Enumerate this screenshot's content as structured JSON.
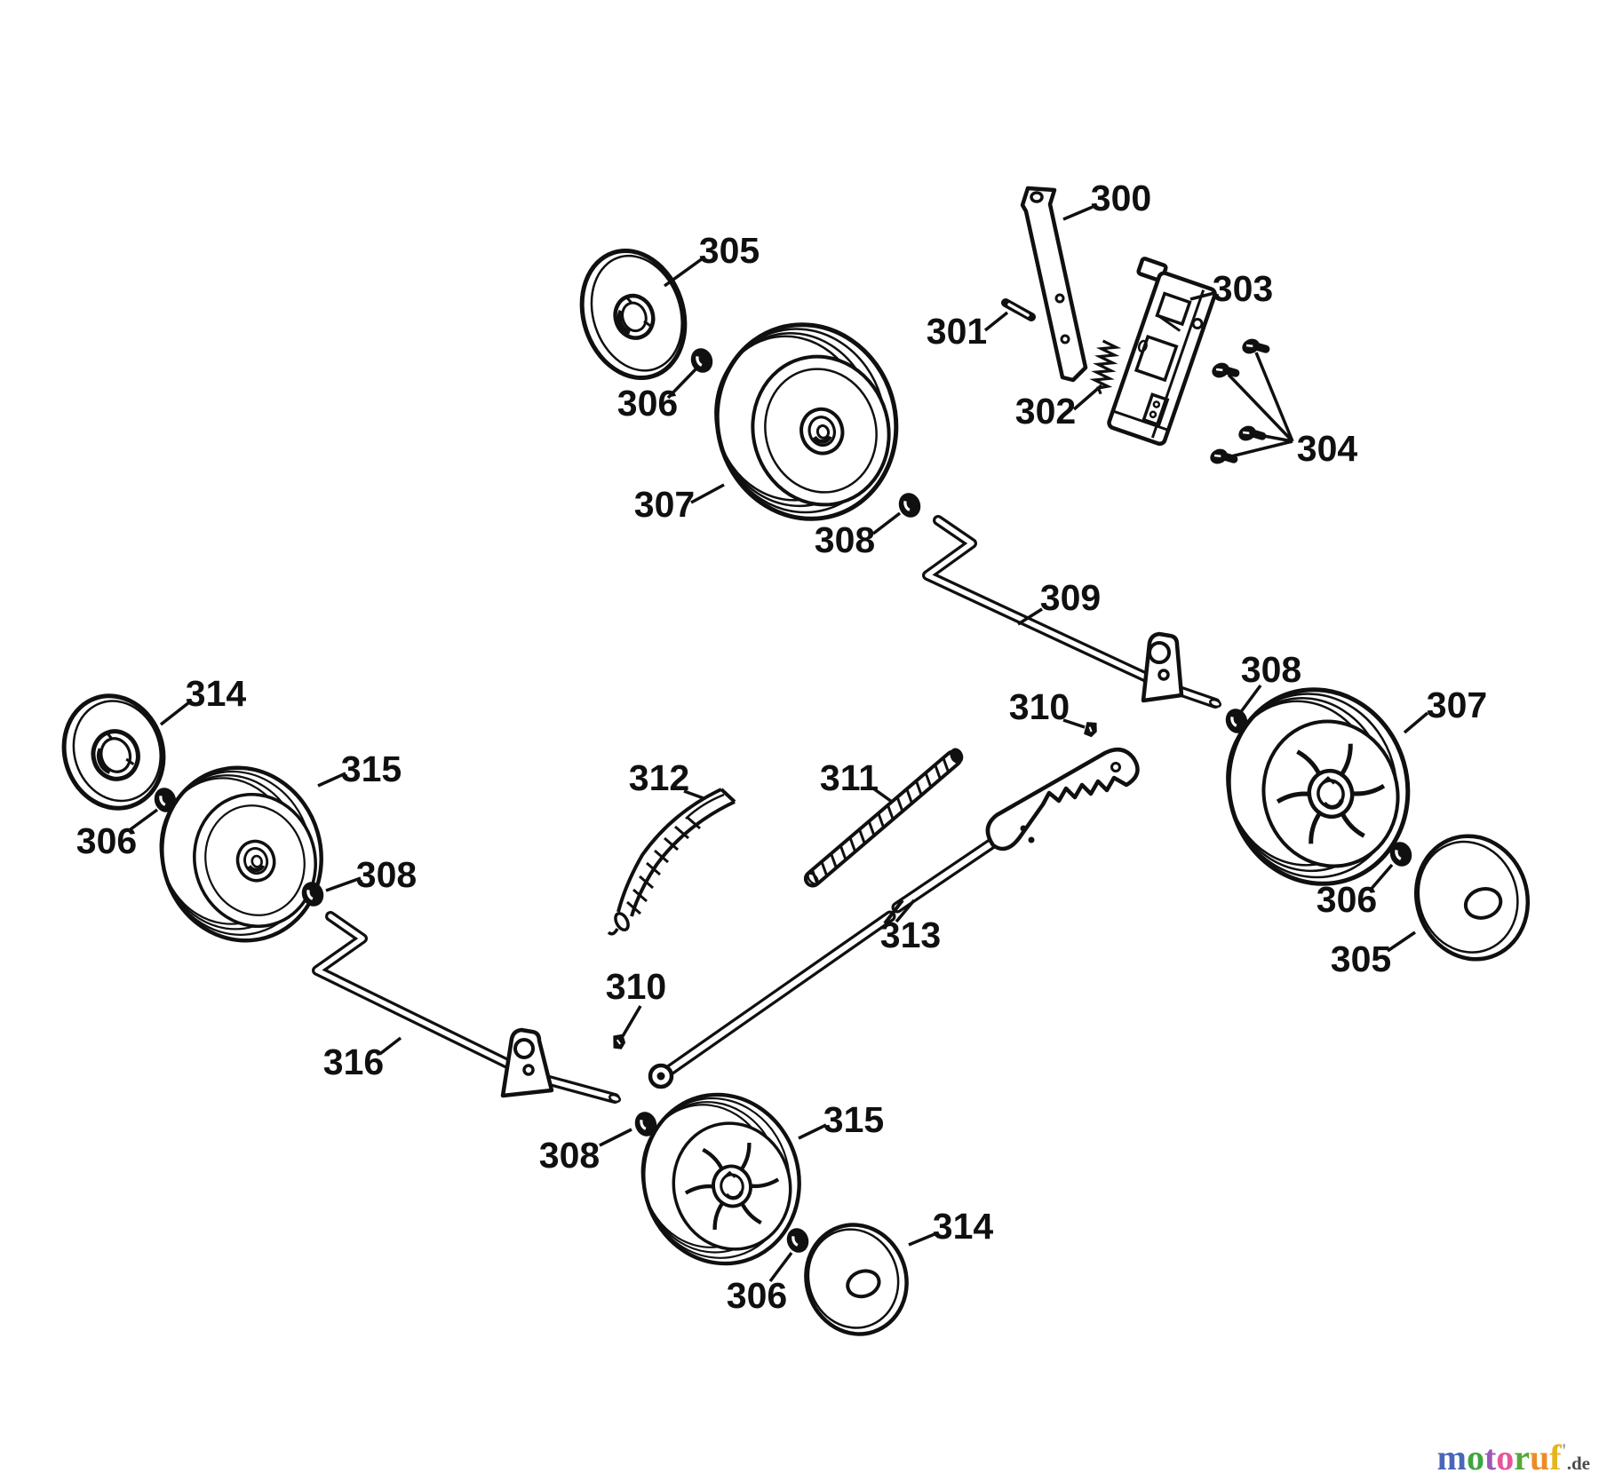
{
  "figure": {
    "type": "exploded-parts-diagram",
    "subject": "lawn mower wheels, axles and height adjuster",
    "background": "#ffffff",
    "line_color": "#101010"
  },
  "callouts": {
    "c300": "300",
    "c301": "301",
    "c302": "302",
    "c303": "303",
    "c304": "304",
    "c305a": "305",
    "c306a": "306",
    "c307a": "307",
    "c308a": "308",
    "c309": "309",
    "c310a": "310",
    "c308b": "308",
    "c307b": "307",
    "c306b": "306",
    "c305b": "305",
    "c312": "312",
    "c311": "311",
    "c313": "313",
    "c310b": "310",
    "c314a": "314",
    "c306c": "306",
    "c315a": "315",
    "c308c": "308",
    "c316": "316",
    "c308d": "308",
    "c315b": "315",
    "c306d": "306",
    "c314b": "314"
  },
  "watermark": {
    "word": "motoruf",
    "suffix": ".de",
    "suffix_color": "#4a4a4a",
    "letters": [
      {
        "ch": "m",
        "color": "#4a66b8"
      },
      {
        "ch": "o",
        "color": "#3fa53f"
      },
      {
        "ch": "t",
        "color": "#9b59b6"
      },
      {
        "ch": "o",
        "color": "#e8559a"
      },
      {
        "ch": "r",
        "color": "#55a83c"
      },
      {
        "ch": "u",
        "color": "#ee8b28"
      },
      {
        "ch": "f",
        "color": "#e5b41f"
      },
      {
        "ch": "'",
        "color": "#9a9a9a"
      }
    ]
  }
}
